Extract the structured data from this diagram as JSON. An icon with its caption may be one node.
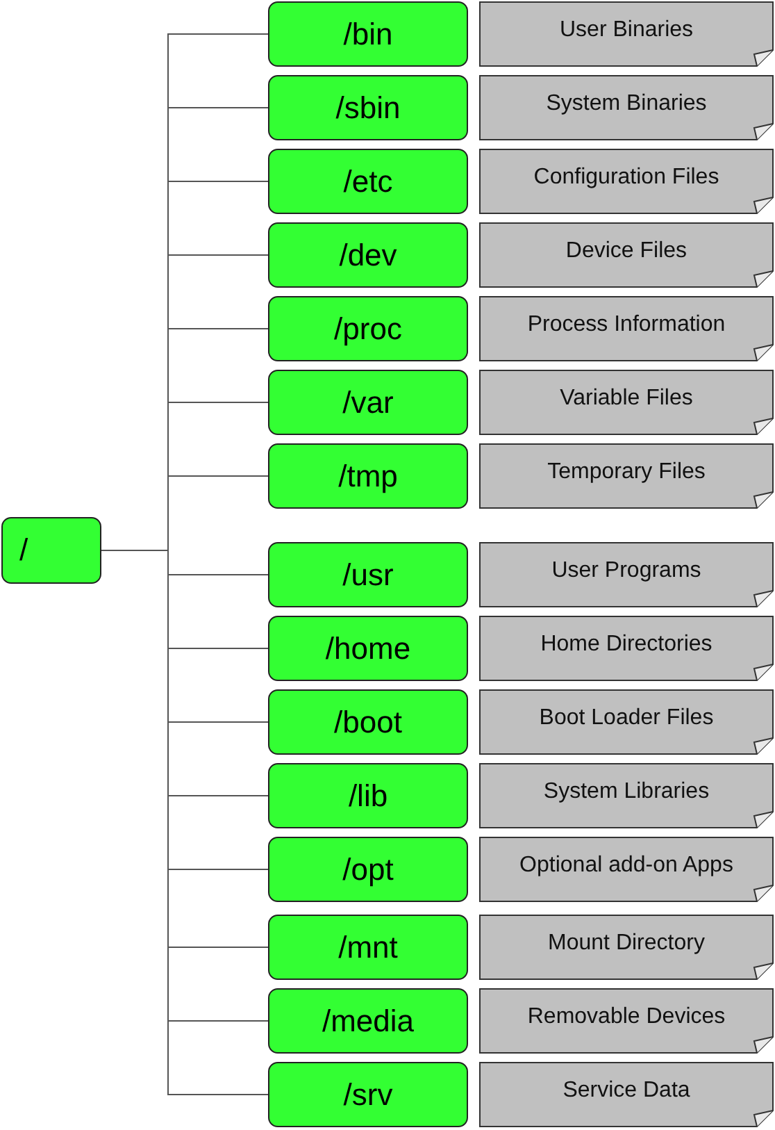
{
  "diagram": {
    "nodes": [
      {
        "text": [
          "/"
        ]
      },
      {
        "text": [
          "/bin"
        ]
      },
      {
        "text": [
          "User Binaries"
        ]
      },
      {
        "text": [
          "/sbin"
        ]
      },
      {
        "text": [
          "System Binaries"
        ]
      },
      {
        "text": [
          "/etc"
        ]
      },
      {
        "text": [
          "Configuration Files"
        ]
      },
      {
        "text": [
          "/dev"
        ]
      },
      {
        "text": [
          "Device Files"
        ]
      },
      {
        "text": [
          "/proc"
        ]
      },
      {
        "text": [
          "Process Information"
        ]
      },
      {
        "text": [
          "/var"
        ]
      },
      {
        "text": [
          "Variable Files"
        ]
      },
      {
        "text": [
          "/tmp"
        ]
      },
      {
        "text": [
          "Temporary Files"
        ]
      },
      {
        "text": [
          "/usr"
        ]
      },
      {
        "text": [
          "User Programs"
        ]
      },
      {
        "text": [
          "/home"
        ]
      },
      {
        "text": [
          "Home Directories"
        ]
      },
      {
        "text": [
          "/boot"
        ]
      },
      {
        "text": [
          "Boot Loader Files"
        ]
      },
      {
        "text": [
          "/lib"
        ]
      },
      {
        "text": [
          "System Libraries"
        ]
      },
      {
        "text": [
          "/opt"
        ]
      },
      {
        "text": [
          "Optional add-on Apps"
        ]
      },
      {
        "text": [
          "/mnt"
        ]
      },
      {
        "text": [
          "Mount Directory"
        ]
      },
      {
        "text": [
          "/media"
        ]
      },
      {
        "text": [
          "Removable Devices"
        ]
      },
      {
        "text": [
          "/srv"
        ]
      },
      {
        "text": [
          "Service Data"
        ]
      }
    ],
    "edges": [
      {
        "from": 0,
        "to": 1,
        "arrow": "none"
      },
      {
        "from": 0,
        "to": 3,
        "arrow": "none"
      },
      {
        "from": 0,
        "to": 5,
        "arrow": "none"
      },
      {
        "from": 0,
        "to": 7,
        "arrow": "none"
      },
      {
        "from": 0,
        "to": 9,
        "arrow": "none"
      },
      {
        "from": 0,
        "to": 11,
        "arrow": "none"
      },
      {
        "from": 0,
        "to": 13,
        "arrow": "none"
      },
      {
        "from": 0,
        "to": 15,
        "arrow": "none"
      },
      {
        "from": 0,
        "to": 17,
        "arrow": "none"
      },
      {
        "from": 0,
        "to": 19,
        "arrow": "none"
      },
      {
        "from": 0,
        "to": 21,
        "arrow": "none"
      },
      {
        "from": 0,
        "to": 23,
        "arrow": "none"
      },
      {
        "from": 0,
        "to": 25,
        "arrow": "none"
      },
      {
        "from": 0,
        "to": 27,
        "arrow": "none"
      },
      {
        "from": 0,
        "to": 29,
        "arrow": "none"
      }
    ]
  }
}
